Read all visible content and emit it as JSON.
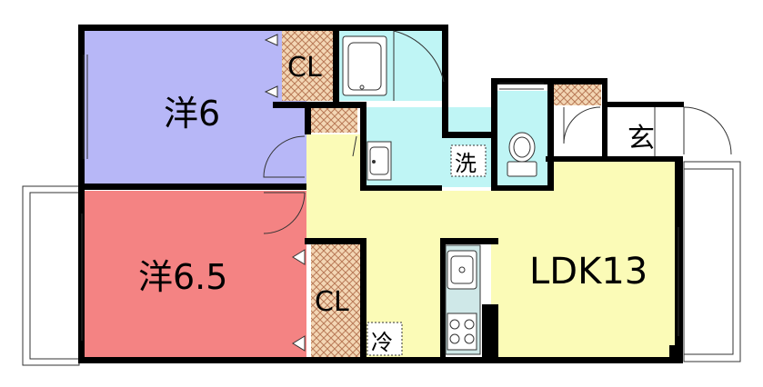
{
  "rooms": {
    "western_room_1": {
      "label": "洋6",
      "color": "#b7b7f7"
    },
    "western_room_2": {
      "label": "洋6.5",
      "color": "#f48383"
    },
    "ldk": {
      "label": "LDK13",
      "color": "#fbfbb7"
    },
    "bath_area_color": "#bff5f5",
    "entrance_color": "#ffffff"
  },
  "labels": {
    "closet_top": "CL",
    "closet_bottom": "CL",
    "entrance": "玄",
    "washer": "洗",
    "fridge": "冷"
  },
  "colors": {
    "wall": "#000000",
    "closet_pattern": "#b97a57",
    "closet_fill": "#f3d6b4",
    "balcony": "#ffffff",
    "line": "#333333"
  }
}
